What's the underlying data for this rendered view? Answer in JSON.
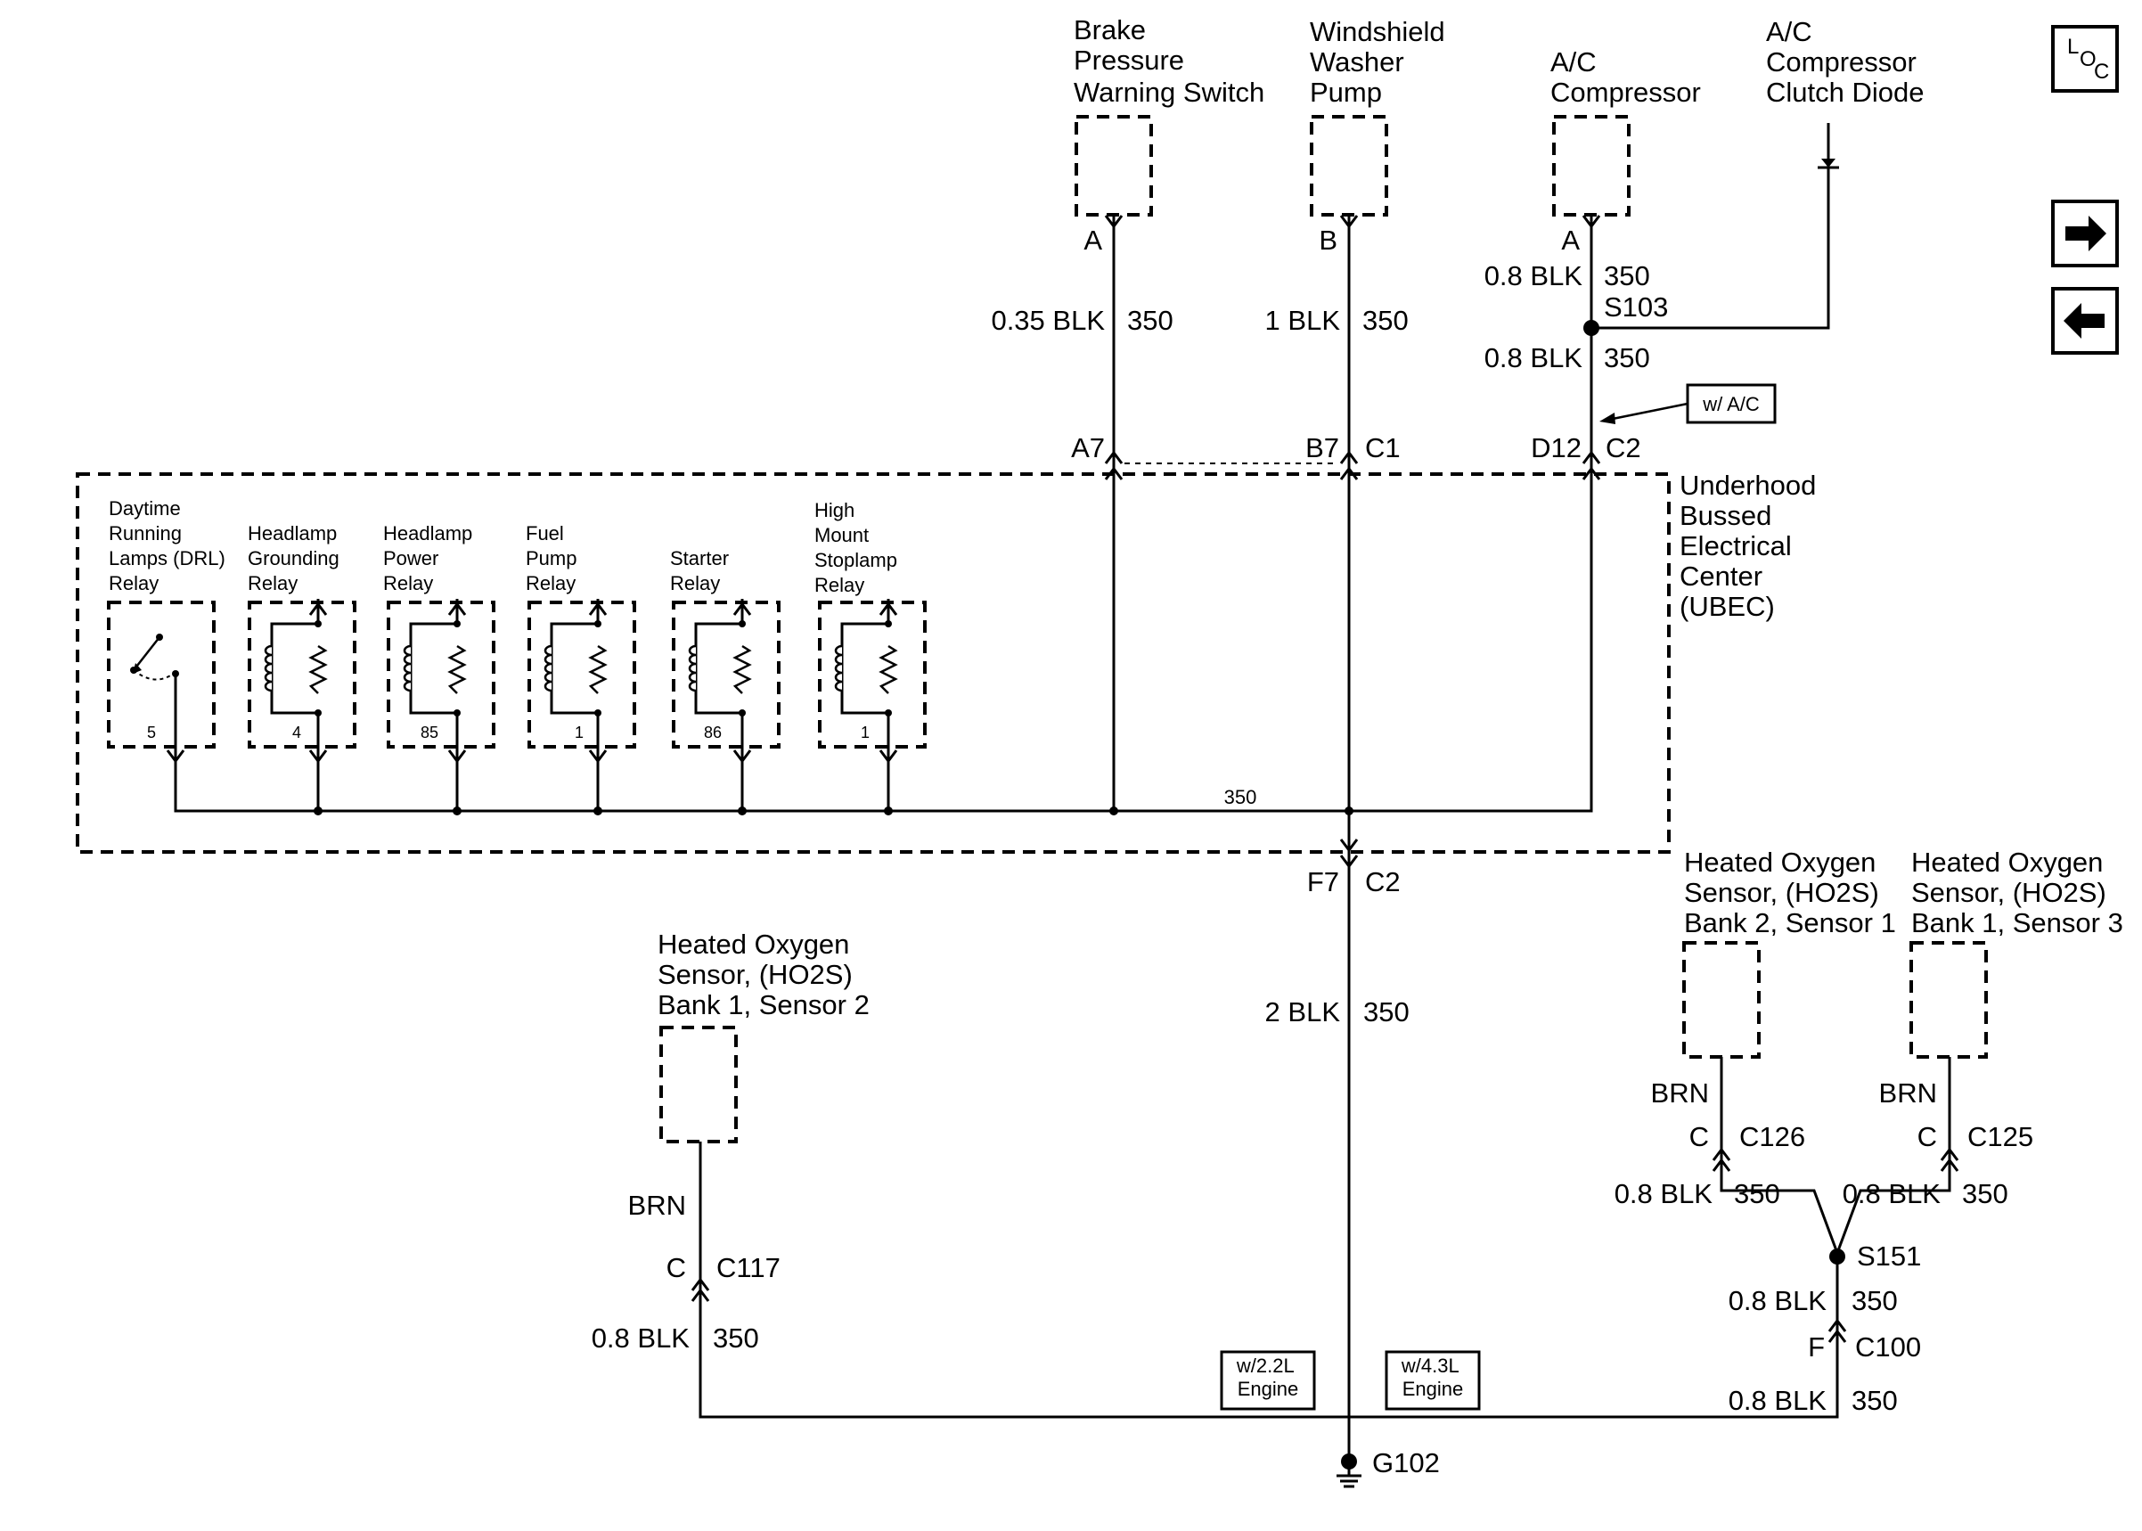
{
  "components": {
    "brake_switch": [
      "Brake",
      "Pressure",
      "Warning Switch"
    ],
    "washer_pump": [
      "Windshield",
      "Washer",
      "Pump"
    ],
    "ac_compressor": [
      "A/C",
      "Compressor"
    ],
    "ac_diode": [
      "A/C",
      "Compressor",
      "Clutch Diode"
    ],
    "ubec": [
      "Underhood",
      "Bussed",
      "Electrical",
      "Center",
      "(UBEC)"
    ],
    "ho2s_b1s2": [
      "Heated Oxygen",
      "Sensor, (HO2S)",
      "Bank 1, Sensor 2"
    ],
    "ho2s_b2s1": [
      "Heated Oxygen",
      "Sensor, (HO2S)",
      "Bank 2, Sensor 1"
    ],
    "ho2s_b1s3": [
      "Heated Oxygen",
      "Sensor, (HO2S)",
      "Bank 1, Sensor 3"
    ]
  },
  "relays": [
    {
      "name": [
        "Daytime",
        "Running",
        "Lamps (DRL)",
        "Relay"
      ],
      "pin": "5"
    },
    {
      "name": [
        "Headlamp",
        "Grounding",
        "Relay"
      ],
      "pin": "4"
    },
    {
      "name": [
        "Headlamp",
        "Power",
        "Relay"
      ],
      "pin": "85"
    },
    {
      "name": [
        "Fuel",
        "Pump",
        "Relay"
      ],
      "pin": "1"
    },
    {
      "name": [
        "Starter",
        "Relay"
      ],
      "pin": "86"
    },
    {
      "name": [
        "High",
        "Mount",
        "Stoplamp",
        "Relay"
      ],
      "pin": "1"
    }
  ],
  "pins": {
    "brake_a": "A",
    "washer_b": "B",
    "comp_a": "A",
    "a7": "A7",
    "b7": "B7",
    "c1": "C1",
    "d12": "D12",
    "c2_top": "C2",
    "f7": "F7",
    "c2_bottom": "C2",
    "c117_pin": "C",
    "c117": "C117",
    "c126_pin": "C",
    "c126": "C126",
    "c125_pin": "C",
    "c125": "C125",
    "c100_pin": "F",
    "c100": "C100"
  },
  "wires": {
    "brake_color": "0.35 BLK",
    "brake_circuit": "350",
    "washer_color": "1 BLK",
    "washer_circuit": "350",
    "comp_upper_color": "0.8 BLK",
    "comp_upper_circuit": "350",
    "comp_lower_color": "0.8 BLK",
    "comp_lower_circuit": "350",
    "bus_circuit": "350",
    "main_color": "2 BLK",
    "main_circuit": "350",
    "b1s2_sensor": "BRN",
    "b1s2_color": "0.8 BLK",
    "b1s2_circuit": "350",
    "b2s1_sensor": "BRN",
    "b2s1_color": "0.8 BLK",
    "b2s1_circuit": "350",
    "b1s3_sensor": "BRN",
    "b1s3_color": "0.8 BLK",
    "b1s3_circuit": "350",
    "s151_out_color": "0.8 BLK",
    "s151_out_circuit": "350",
    "c100_out_color": "0.8 BLK",
    "c100_out_circuit": "350"
  },
  "splices": {
    "s103": "S103",
    "s151": "S151"
  },
  "ground": "G102",
  "options": {
    "wac": "w/ A/C",
    "eng22": [
      "w/2.2L",
      "Engine"
    ],
    "eng43": [
      "w/4.3L",
      "Engine"
    ]
  },
  "loc_icon": {
    "l": "L",
    "o": "O",
    "c": "C"
  },
  "nav": {
    "forward": "forward-arrow-icon",
    "back": "back-arrow-icon"
  }
}
